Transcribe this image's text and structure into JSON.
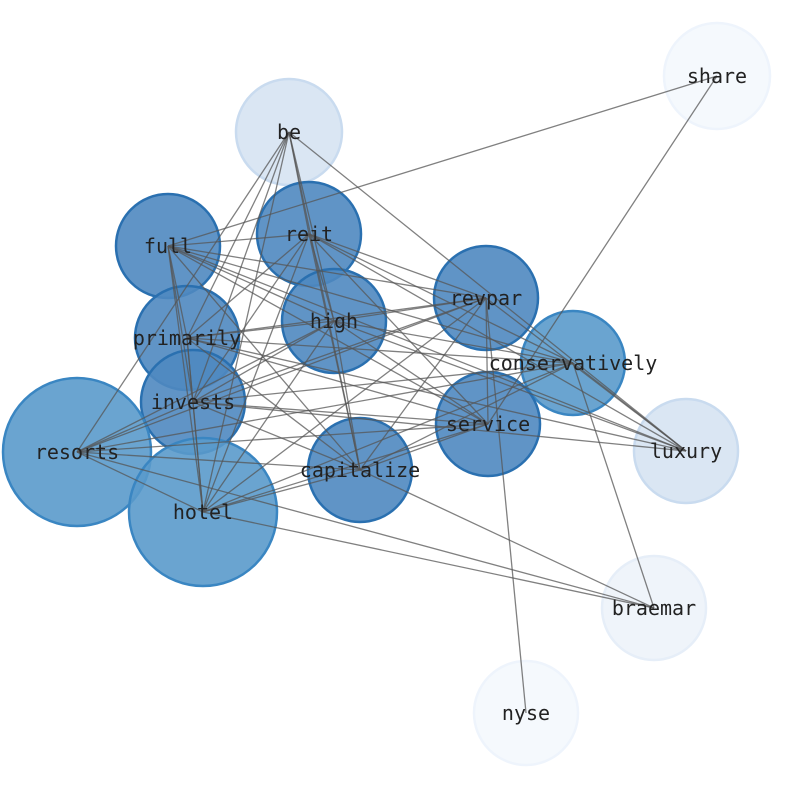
{
  "graph": {
    "type": "network",
    "nodes": [
      {
        "id": "share",
        "label": "share",
        "weight": 1,
        "color": "#f4f8fd"
      },
      {
        "id": "be",
        "label": "be",
        "weight": 2,
        "color": "#d6e3f2"
      },
      {
        "id": "reit",
        "label": "reit",
        "weight": 5,
        "color": "#4f88c0"
      },
      {
        "id": "full",
        "label": "full",
        "weight": 5,
        "color": "#4f88c0"
      },
      {
        "id": "revpar",
        "label": "revpar",
        "weight": 5,
        "color": "#4f88c0"
      },
      {
        "id": "high",
        "label": "high",
        "weight": 5,
        "color": "#4f88c0"
      },
      {
        "id": "primarily",
        "label": "primarily",
        "weight": 5,
        "color": "#4f88c0"
      },
      {
        "id": "conservatively",
        "label": "conservatively",
        "weight": 4,
        "color": "#5a9acb"
      },
      {
        "id": "invests",
        "label": "invests",
        "weight": 5,
        "color": "#4f88c0"
      },
      {
        "id": "service",
        "label": "service",
        "weight": 5,
        "color": "#4f88c0"
      },
      {
        "id": "luxury",
        "label": "luxury",
        "weight": 2,
        "color": "#d6e3f2"
      },
      {
        "id": "resorts",
        "label": "resorts",
        "weight": 4,
        "color": "#5a9acb"
      },
      {
        "id": "capitalize",
        "label": "capitalize",
        "weight": 5,
        "color": "#4f88c0"
      },
      {
        "id": "hotel",
        "label": "hotel",
        "weight": 4,
        "color": "#5a9acb"
      },
      {
        "id": "braemar",
        "label": "braemar",
        "weight": 1,
        "color": "#edf3fa"
      },
      {
        "id": "nyse",
        "label": "nyse",
        "weight": 1,
        "color": "#f4f8fd"
      }
    ],
    "edges": [
      [
        "share",
        "full"
      ],
      [
        "share",
        "service"
      ],
      [
        "be",
        "reit"
      ],
      [
        "be",
        "high"
      ],
      [
        "be",
        "capitalize"
      ],
      [
        "be",
        "primarily"
      ],
      [
        "be",
        "invests"
      ],
      [
        "be",
        "hotel"
      ],
      [
        "be",
        "luxury"
      ],
      [
        "be",
        "resorts"
      ],
      [
        "full",
        "reit"
      ],
      [
        "full",
        "revpar"
      ],
      [
        "full",
        "high"
      ],
      [
        "full",
        "primarily"
      ],
      [
        "full",
        "invests"
      ],
      [
        "full",
        "hotel"
      ],
      [
        "full",
        "service"
      ],
      [
        "full",
        "conservatively"
      ],
      [
        "full",
        "luxury"
      ],
      [
        "full",
        "capitalize"
      ],
      [
        "reit",
        "revpar"
      ],
      [
        "reit",
        "high"
      ],
      [
        "reit",
        "primarily"
      ],
      [
        "reit",
        "invests"
      ],
      [
        "reit",
        "hotel"
      ],
      [
        "reit",
        "service"
      ],
      [
        "reit",
        "conservatively"
      ],
      [
        "reit",
        "capitalize"
      ],
      [
        "reit",
        "luxury"
      ],
      [
        "revpar",
        "high"
      ],
      [
        "revpar",
        "primarily"
      ],
      [
        "revpar",
        "invests"
      ],
      [
        "revpar",
        "resorts"
      ],
      [
        "revpar",
        "hotel"
      ],
      [
        "revpar",
        "capitalize"
      ],
      [
        "revpar",
        "service"
      ],
      [
        "revpar",
        "luxury"
      ],
      [
        "revpar",
        "nyse"
      ],
      [
        "high",
        "primarily"
      ],
      [
        "high",
        "invests"
      ],
      [
        "high",
        "resorts"
      ],
      [
        "high",
        "hotel"
      ],
      [
        "high",
        "capitalize"
      ],
      [
        "high",
        "service"
      ],
      [
        "high",
        "conservatively"
      ],
      [
        "high",
        "luxury"
      ],
      [
        "primarily",
        "invests"
      ],
      [
        "primarily",
        "hotel"
      ],
      [
        "primarily",
        "service"
      ],
      [
        "primarily",
        "conservatively"
      ],
      [
        "primarily",
        "capitalize"
      ],
      [
        "primarily",
        "luxury"
      ],
      [
        "invests",
        "hotel"
      ],
      [
        "invests",
        "service"
      ],
      [
        "invests",
        "conservatively"
      ],
      [
        "invests",
        "capitalize"
      ],
      [
        "invests",
        "luxury"
      ],
      [
        "invests",
        "resorts"
      ],
      [
        "resorts",
        "hotel"
      ],
      [
        "resorts",
        "capitalize"
      ],
      [
        "resorts",
        "service"
      ],
      [
        "resorts",
        "conservatively"
      ],
      [
        "resorts",
        "braemar"
      ],
      [
        "hotel",
        "capitalize"
      ],
      [
        "hotel",
        "service"
      ],
      [
        "hotel",
        "conservatively"
      ],
      [
        "hotel",
        "braemar"
      ],
      [
        "capitalize",
        "service"
      ],
      [
        "capitalize",
        "conservatively"
      ],
      [
        "capitalize",
        "braemar"
      ],
      [
        "conservatively",
        "luxury"
      ],
      [
        "conservatively",
        "braemar"
      ]
    ]
  }
}
